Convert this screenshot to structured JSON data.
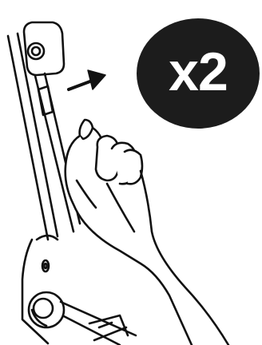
{
  "badge": {
    "label": "x2",
    "background": "#1c1c1c",
    "text_color": "#ffffff"
  },
  "illustration": {
    "style": "black line art on white",
    "icons": [
      "hinged-arm-bracket",
      "hand",
      "direction-arrow"
    ]
  }
}
